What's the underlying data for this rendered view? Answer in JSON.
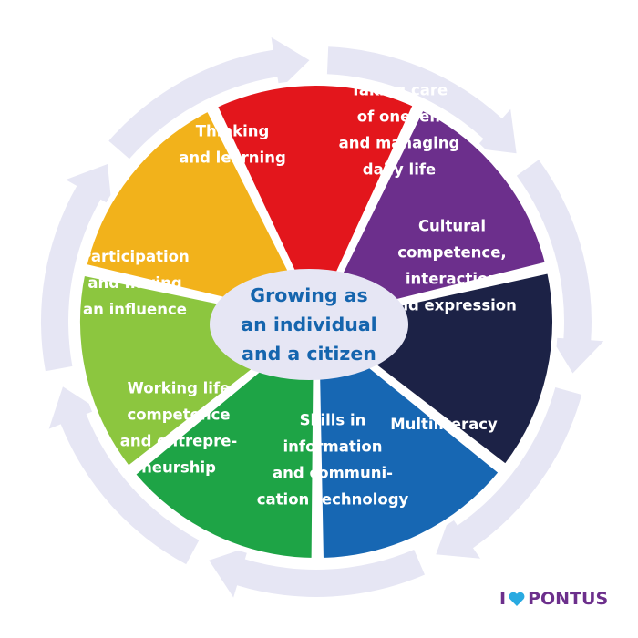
{
  "diagram": {
    "center": {
      "lines": [
        "Growing as",
        "an individual",
        "and a citizen"
      ],
      "color": "#1565ae"
    },
    "ring_color": "#e6e6f4",
    "segments": [
      {
        "id": "thinking",
        "color": "#e3161c",
        "lines": [
          "Thinking",
          "and learning"
        ]
      },
      {
        "id": "taking-care",
        "color": "#6c2f8c",
        "lines": [
          "Taking care",
          "of oneself",
          "and managing",
          "daily life"
        ]
      },
      {
        "id": "cultural",
        "color": "#1c2246",
        "lines": [
          "Cultural",
          "competence,",
          "interaction",
          "and expression"
        ]
      },
      {
        "id": "multiliteracy",
        "color": "#1767b3",
        "lines": [
          "Multiliteracy"
        ]
      },
      {
        "id": "ict",
        "color": "#1ea446",
        "lines": [
          "Skills in",
          "information",
          "and communi-",
          "cation technology"
        ]
      },
      {
        "id": "working-life",
        "color": "#8cc63f",
        "lines": [
          "Working life",
          "competence",
          "and entrepre-",
          "neurship"
        ]
      },
      {
        "id": "participation",
        "color": "#f2b21b",
        "lines": [
          "Participation",
          "and having",
          "an influence"
        ]
      }
    ]
  },
  "logo": {
    "prefix": "I",
    "name": "PONTUS",
    "text_color": "#6c2f8c",
    "heart_color": "#29aae1"
  }
}
